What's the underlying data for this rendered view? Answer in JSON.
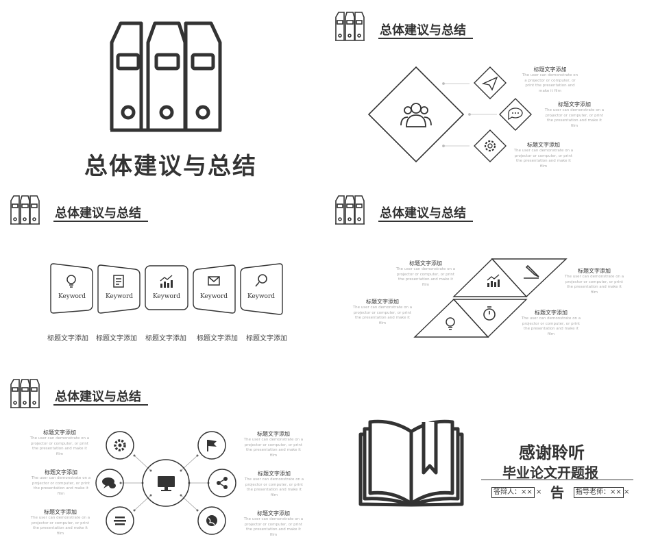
{
  "slide1": {
    "title": "总体建议与总结"
  },
  "slide2": {
    "title": "总体建议与总结",
    "items": [
      {
        "title": "标题文字添加",
        "desc": "The user can demonstrate on a projector or computer, or print the presentation and make it film",
        "icon": "paper-plane-icon"
      },
      {
        "title": "标题文字添加",
        "desc": "The user can demonstrate on a projector or computer, or print the presentation and make it film",
        "icon": "chat-icon"
      },
      {
        "title": "标题文字添加",
        "desc": "The user can demonstrate on a projector or computer, or print the presentation and make it film",
        "icon": "gear-icon"
      }
    ],
    "center_icon": "users-icon"
  },
  "slide3": {
    "title": "总体建议与总结",
    "cards": [
      {
        "keyword": "Keyword",
        "icon": "lightbulb-icon",
        "label": "标题文字添加"
      },
      {
        "keyword": "Keyword",
        "icon": "document-icon",
        "label": "标题文字添加"
      },
      {
        "keyword": "Keyword",
        "icon": "chart-icon",
        "label": "标题文字添加"
      },
      {
        "keyword": "Keyword",
        "icon": "mail-icon",
        "label": "标题文字添加"
      },
      {
        "keyword": "Keyword",
        "icon": "search-icon",
        "label": "标题文字添加"
      }
    ]
  },
  "slide4": {
    "title": "总体建议与总结",
    "items": [
      {
        "title": "标题文字添加",
        "desc": "The user can demonstrate on a projector or computer, or print the presentation and make it film"
      },
      {
        "title": "标题文字添加",
        "desc": "The user can demonstrate on a projector or computer, or print the presentation and make it film"
      },
      {
        "title": "标题文字添加",
        "desc": "The user can demonstrate on a projector or computer, or print the presentation and make it film"
      },
      {
        "title": "标题文字添加",
        "desc": "The user can demonstrate on a projector or computer, or print the presentation and make it film"
      }
    ]
  },
  "slide5": {
    "title": "总体建议与总结",
    "left_items": [
      {
        "title": "标题文字添加",
        "desc": "The user can demonstrate on a projector or computer, or print the presentation and make it film"
      },
      {
        "title": "标题文字添加",
        "desc": "The user can demonstrate on a projector or computer, or print the presentation and make it film"
      },
      {
        "title": "标题文字添加",
        "desc": "The user can demonstrate on a projector or computer, or print the presentation and make it film"
      }
    ],
    "right_items": [
      {
        "title": "标题文字添加",
        "desc": "The user can demonstrate on a projector or computer, or print the presentation and make it film"
      },
      {
        "title": "标题文字添加",
        "desc": "The user can demonstrate on a projector or computer, or print the presentation and make it film"
      },
      {
        "title": "标题文字添加",
        "desc": "The user can demonstrate on a projector or computer, or print the presentation and make it film"
      }
    ]
  },
  "slide6": {
    "thanks": "感谢聆听",
    "report_line1": "毕业论文开题报",
    "report_line2": "告",
    "defender": "答辩人：××",
    "defender_tail": "×",
    "advisor": "指导老师：××",
    "advisor_tail": "×"
  }
}
